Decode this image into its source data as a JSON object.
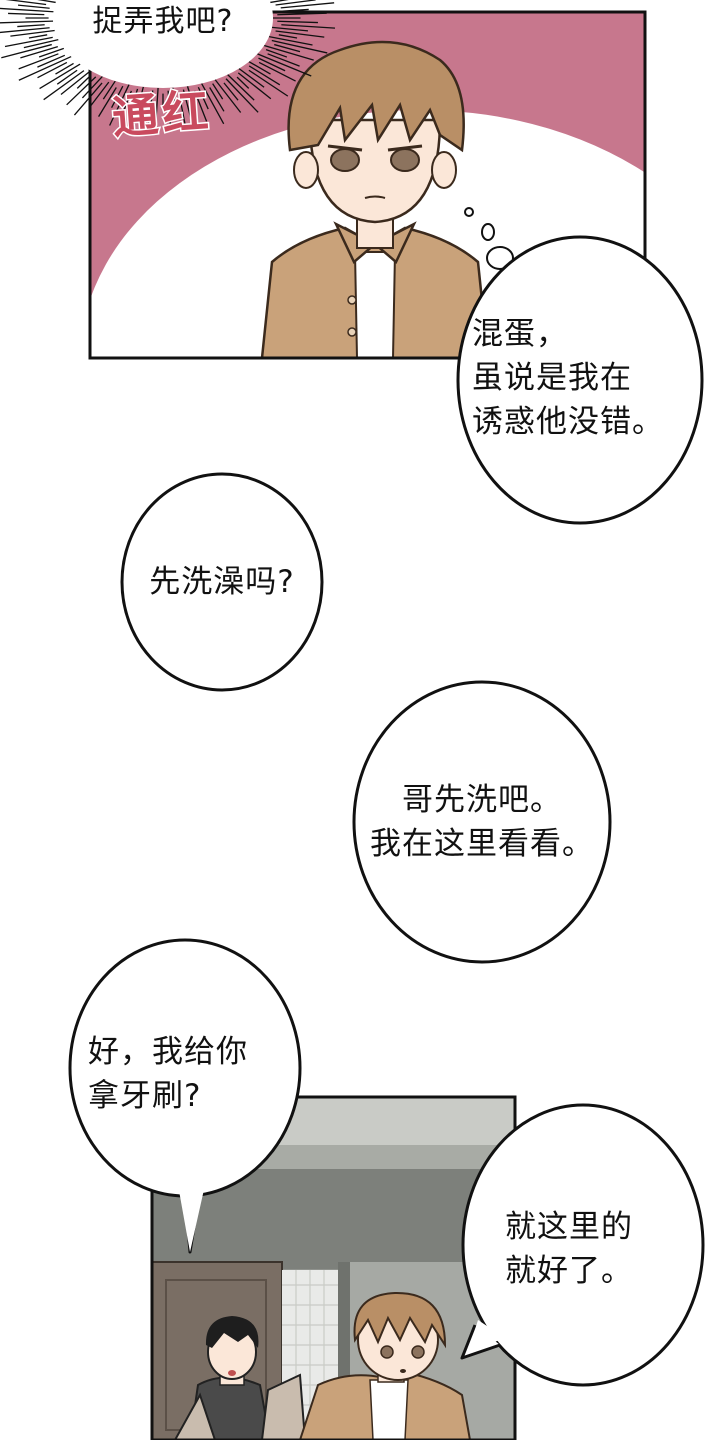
{
  "dialogue": {
    "top_bubble": "捉弄我吧?",
    "thought_bubble": "混蛋，\n 虽说是我在\n诱惑他没错。",
    "bubble_bath": "先洗澡吗?",
    "bubble_you_first": "哥先洗吧。\n我在这里看看。",
    "bubble_toothbrush": "好，我给你\n拿牙刷?",
    "bubble_here_is_fine": "就这里的\n就好了。"
  },
  "sfx": {
    "blush": "通红"
  },
  "colors": {
    "panel_pink": "#c7778d",
    "sfx_red": "#c94a5e",
    "jacket": "#c9a27a",
    "hair": "#b98f66",
    "wall_gray": "#8f928d"
  }
}
